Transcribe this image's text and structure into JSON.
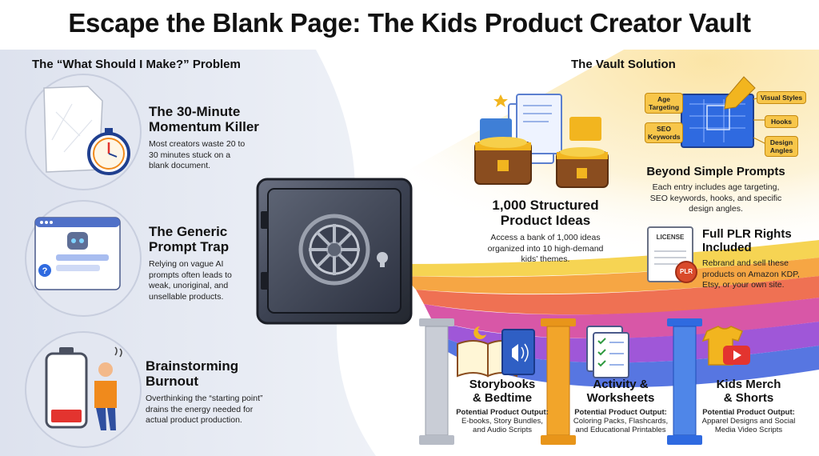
{
  "title": "Escape the Blank Page: The Kids Product Creator Vault",
  "problem": {
    "heading": "The “What Should I Make?” Problem",
    "items": [
      {
        "title_line1": "The 30-Minute",
        "title_line2": "Momentum Killer",
        "desc_line1": "Most creators waste 20 to",
        "desc_line2": "30 minutes stuck on a",
        "desc_line3": "blank document."
      },
      {
        "title_line1": "The Generic",
        "title_line2": "Prompt Trap",
        "desc_line1": "Relying on vague AI",
        "desc_line2": "prompts often leads to",
        "desc_line3": "weak, unoriginal, and",
        "desc_line4": "unsellable products."
      },
      {
        "title_line1": "Brainstorming",
        "title_line2": "Burnout",
        "desc_line1": "Overthinking the “starting point”",
        "desc_line2": "drains the energy needed for",
        "desc_line3": "actual product production."
      }
    ]
  },
  "solution": {
    "heading": "The Vault Solution",
    "ideas": {
      "title_line1": "1,000 Structured",
      "title_line2": "Product Ideas",
      "desc_line1": "Access a bank of 1,000 ideas",
      "desc_line2": "organized into 10 high-demand",
      "desc_line3": "kids’ themes."
    },
    "prompts": {
      "title": "Beyond Simple Prompts",
      "desc_line1": "Each entry includes age targeting,",
      "desc_line2": "SEO keywords, hooks, and specific",
      "desc_line3": "design angles.",
      "tags": {
        "age_line1": "Age",
        "age_line2": "Targeting",
        "seo_line1": "SEO",
        "seo_line2": "Keywords",
        "visual": "Visual Styles",
        "hooks": "Hooks",
        "design_line1": "Design",
        "design_line2": "Angles"
      }
    },
    "plr": {
      "title_line1": "Full PLR Rights",
      "title_line2": "Included",
      "desc_line1": "Rebrand and sell these",
      "desc_line2": "products on Amazon KDP,",
      "desc_line3": "Etsy, or your own site.",
      "license_label": "LICENSE",
      "seal_label": "PLR"
    }
  },
  "pillars": [
    {
      "title_line1": "Storybooks",
      "title_line2": "& Bedtime",
      "output_label": "Potential Product Output:",
      "out_line1": "E-books, Story Bundles,",
      "out_line2": "and Audio Scripts"
    },
    {
      "title_line1": "Activity &",
      "title_line2": "Worksheets",
      "output_label": "Potential Product Output:",
      "out_line1": "Coloring Packs, Flashcards,",
      "out_line2": "and Educational Printables"
    },
    {
      "title_line1": "Kids Merch",
      "title_line2": "& Shorts",
      "output_label": "Potential Product Output:",
      "out_line1": "Apparel Designs and Social",
      "out_line2": "Media Video Scripts"
    }
  ],
  "colors": {
    "gold": "#f2b51f",
    "navy": "#1f3f8f",
    "blue": "#3f7fd6",
    "red": "#e3342f",
    "orange": "#f08a1c"
  }
}
